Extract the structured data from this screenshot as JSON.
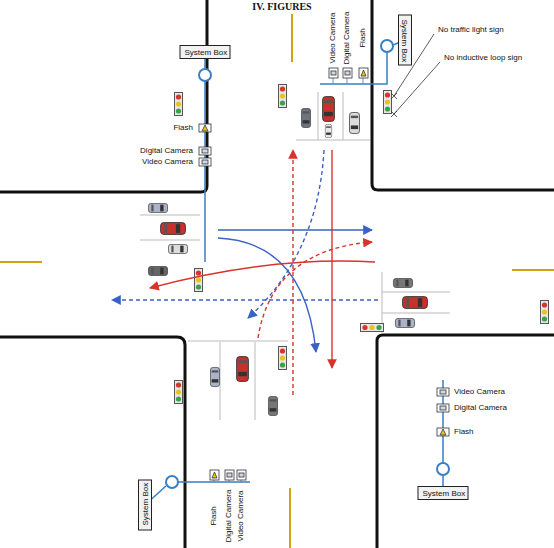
{
  "diagram": {
    "title": "IV. FIGURES",
    "nodes": [
      {
        "text": [
          "System Box"
        ]
      },
      {
        "text": [
          "System Box"
        ]
      },
      {
        "text": [
          "System Box"
        ]
      },
      {
        "text": [
          "System Box"
        ]
      }
    ],
    "labels": [
      "Video Camera",
      "Digital Camera",
      "Flash",
      "No traffic light sign",
      "No inductive loop sign",
      "Flash",
      "Digital Camera",
      "Video Camera",
      "Video Camera",
      "Digital Camera",
      "Flash",
      "Flash",
      "Digital Camera",
      "Video Camera"
    ]
  }
}
